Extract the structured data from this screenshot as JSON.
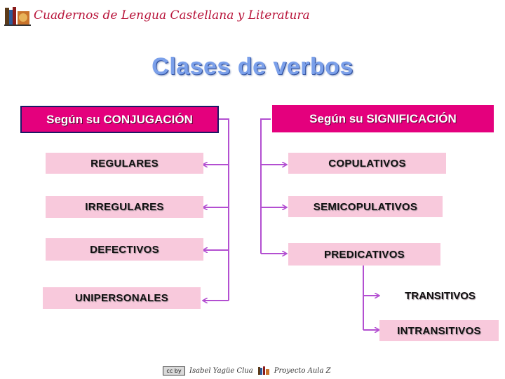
{
  "header": {
    "logo_icon": "books-logo-icon",
    "title": "Cuadernos de Lengua Castellana y Literatura"
  },
  "main_title": "Clases de verbos",
  "left": {
    "heading": "Según su CONJUGACIÓN",
    "items": [
      "REGULARES",
      "IRREGULARES",
      "DEFECTIVOS",
      "UNIPERSONALES"
    ]
  },
  "right": {
    "heading": "Según su SIGNIFICACIÓN",
    "items": [
      "COPULATIVOS",
      "SEMICOPULATIVOS",
      "PREDICATIVOS"
    ],
    "predicativos_sub": [
      "TRANSITIVOS",
      "INTRANSITIVOS"
    ]
  },
  "footer": {
    "license_icon": "creative-commons-badge-icon",
    "license_text": "cc by",
    "credit": "Isabel Yagüe Clua",
    "project_icon": "books-small-icon",
    "project": "Proyecto Aula Z"
  },
  "colors": {
    "heading_bg": "#e4007d",
    "item_bg": "#f8c9dc",
    "connector": "#b34fd1",
    "title": "#7ba0ea"
  }
}
